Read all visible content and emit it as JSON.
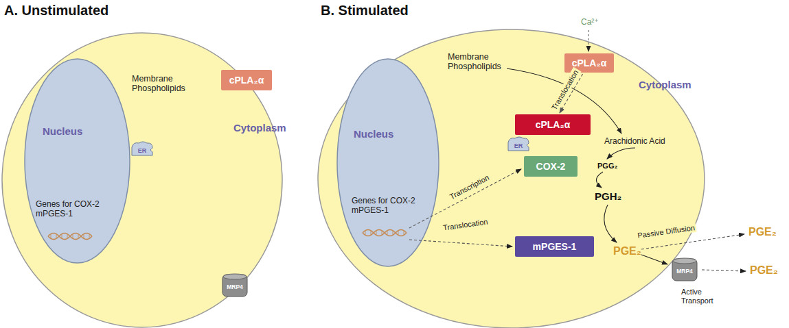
{
  "diagram": {
    "nodes": [
      {
        "text": [
          "Cytoplasm"
        ]
      },
      {
        "text": [
          "Nucleus"
        ],
        "in": 0
      },
      {
        "text": [
          "ER"
        ],
        "in": 0
      },
      {
        "text": [
          "cPLA₂α"
        ],
        "in": 0
      },
      {
        "text": [
          "MRP4"
        ],
        "in": 0
      },
      {
        "text": [
          "Cytoplasm"
        ]
      },
      {
        "text": [
          "Nucleus"
        ],
        "in": 5
      },
      {
        "text": [
          "ER"
        ],
        "in": 5
      },
      {
        "text": [
          "cPLA₂α"
        ],
        "in": 5
      },
      {
        "text": [
          "cPLA₂α"
        ],
        "in": 5
      },
      {
        "text": [
          "COX-2"
        ],
        "in": 5
      },
      {
        "text": [
          "mPGES-1"
        ],
        "in": 5
      },
      {
        "text": [
          "MRP4"
        ],
        "in": 5
      }
    ],
    "edges": [
      {
        "from": 8,
        "to": 9,
        "label": "Translocation",
        "arrow": "to"
      }
    ],
    "labels": [
      "A. Unstimulated",
      "Membrane Phospholipids",
      "Genes for COX-2 mPGES-1",
      "B. Stimulated",
      "Ca²⁺",
      "Membrane Phospholipids",
      "Arachidonic Acid",
      "Genes for COX-2 mPGES-1",
      "PGG₂",
      "PGH₂",
      "Transcription",
      "Translocation",
      "PGE₂",
      "Passive Diffusion",
      "PGE₂",
      "PGE₂",
      "Active Transport"
    ]
  }
}
